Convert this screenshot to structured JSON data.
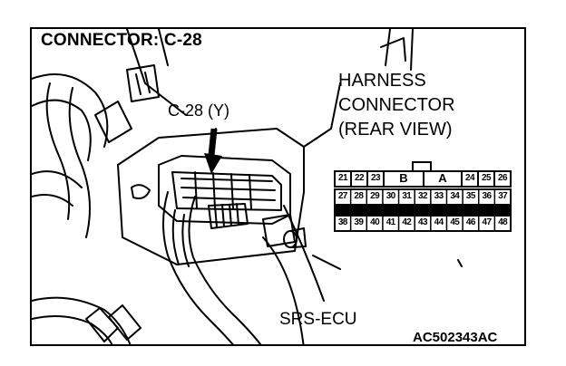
{
  "title": "CONNECTOR: C-28",
  "callout_label": "C-28 (Y)",
  "harness_label": [
    "HARNESS",
    "CONNECTOR",
    "(REAR VIEW)"
  ],
  "ecu_label": "SRS-ECU",
  "figure_code": "AC502343AC",
  "connector": {
    "row1_left": [
      "21",
      "22",
      "23"
    ],
    "row1_mid": [
      "B",
      "A"
    ],
    "row1_right": [
      "24",
      "25",
      "26"
    ],
    "row2": [
      "27",
      "28",
      "29",
      "30",
      "31",
      "32",
      "33",
      "34",
      "35",
      "36",
      "37"
    ],
    "row3": [
      "38",
      "39",
      "40",
      "41",
      "42",
      "43",
      "44",
      "45",
      "46",
      "47",
      "48"
    ]
  }
}
